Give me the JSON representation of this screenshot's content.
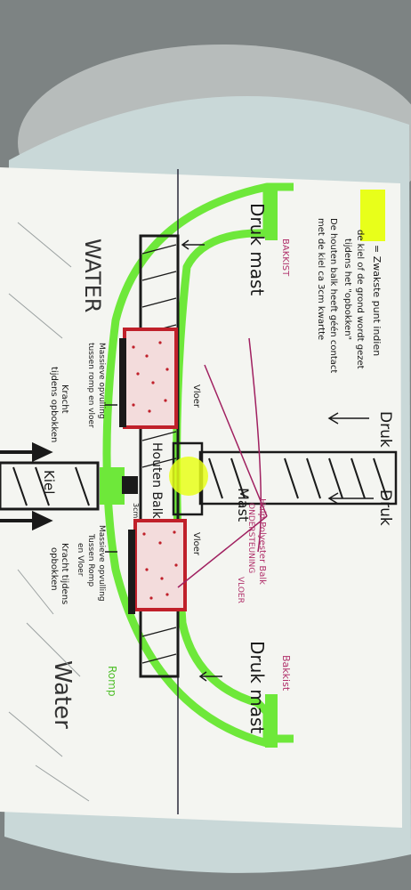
{
  "legend": {
    "line1": "= Zwakste punt indien",
    "line2": "de kiel of de grond wordt gezet",
    "line3": "tijdens het \"opbokken\"",
    "line4": "De houten balk heeft géén contact",
    "line5": "met de kiel ca 3cm kwartte"
  },
  "labels": {
    "druk_top": "Druk",
    "druk_right": "Druk",
    "drukmast_left": "Druk mast",
    "drukmast_right": "Druk mast",
    "mast": "Mast",
    "water_left": "WATER",
    "water_right": "Water",
    "romp": "Romp",
    "bakkist_left": "BAKKIST",
    "bakkist_right": "Bakkist",
    "vloer_left": "Vloer",
    "vloer_right": "Vloer",
    "houten_balk": "Houten Balk",
    "hulpbalk1": "Hulp Polyester Balk",
    "hulpbalk2": "ONDERSTEUNING",
    "hulpbalk3": "VLOER",
    "kiel": "Kiel",
    "massieve_left1": "Massieve opvulling",
    "massieve_left2": "tussen romp en vloer",
    "massieve_right1": "Massieve opvulling",
    "massieve_right2": "Tussen Romp",
    "massieve_right3": "en Vloer",
    "kracht_left1": "Kracht",
    "kracht_left2": "tijdens opbokken",
    "kracht_right1": "Kracht tijdens",
    "kracht_right2": "opbokken",
    "gap": "3cm"
  },
  "colors": {
    "highlight_yellow": "#e8ff1a",
    "green_marker": "#6ee83a",
    "red_marker": "#c0202a",
    "ink": "#1a1a1a",
    "paper": "#f6f7f4",
    "tray": "#cfe0df"
  }
}
